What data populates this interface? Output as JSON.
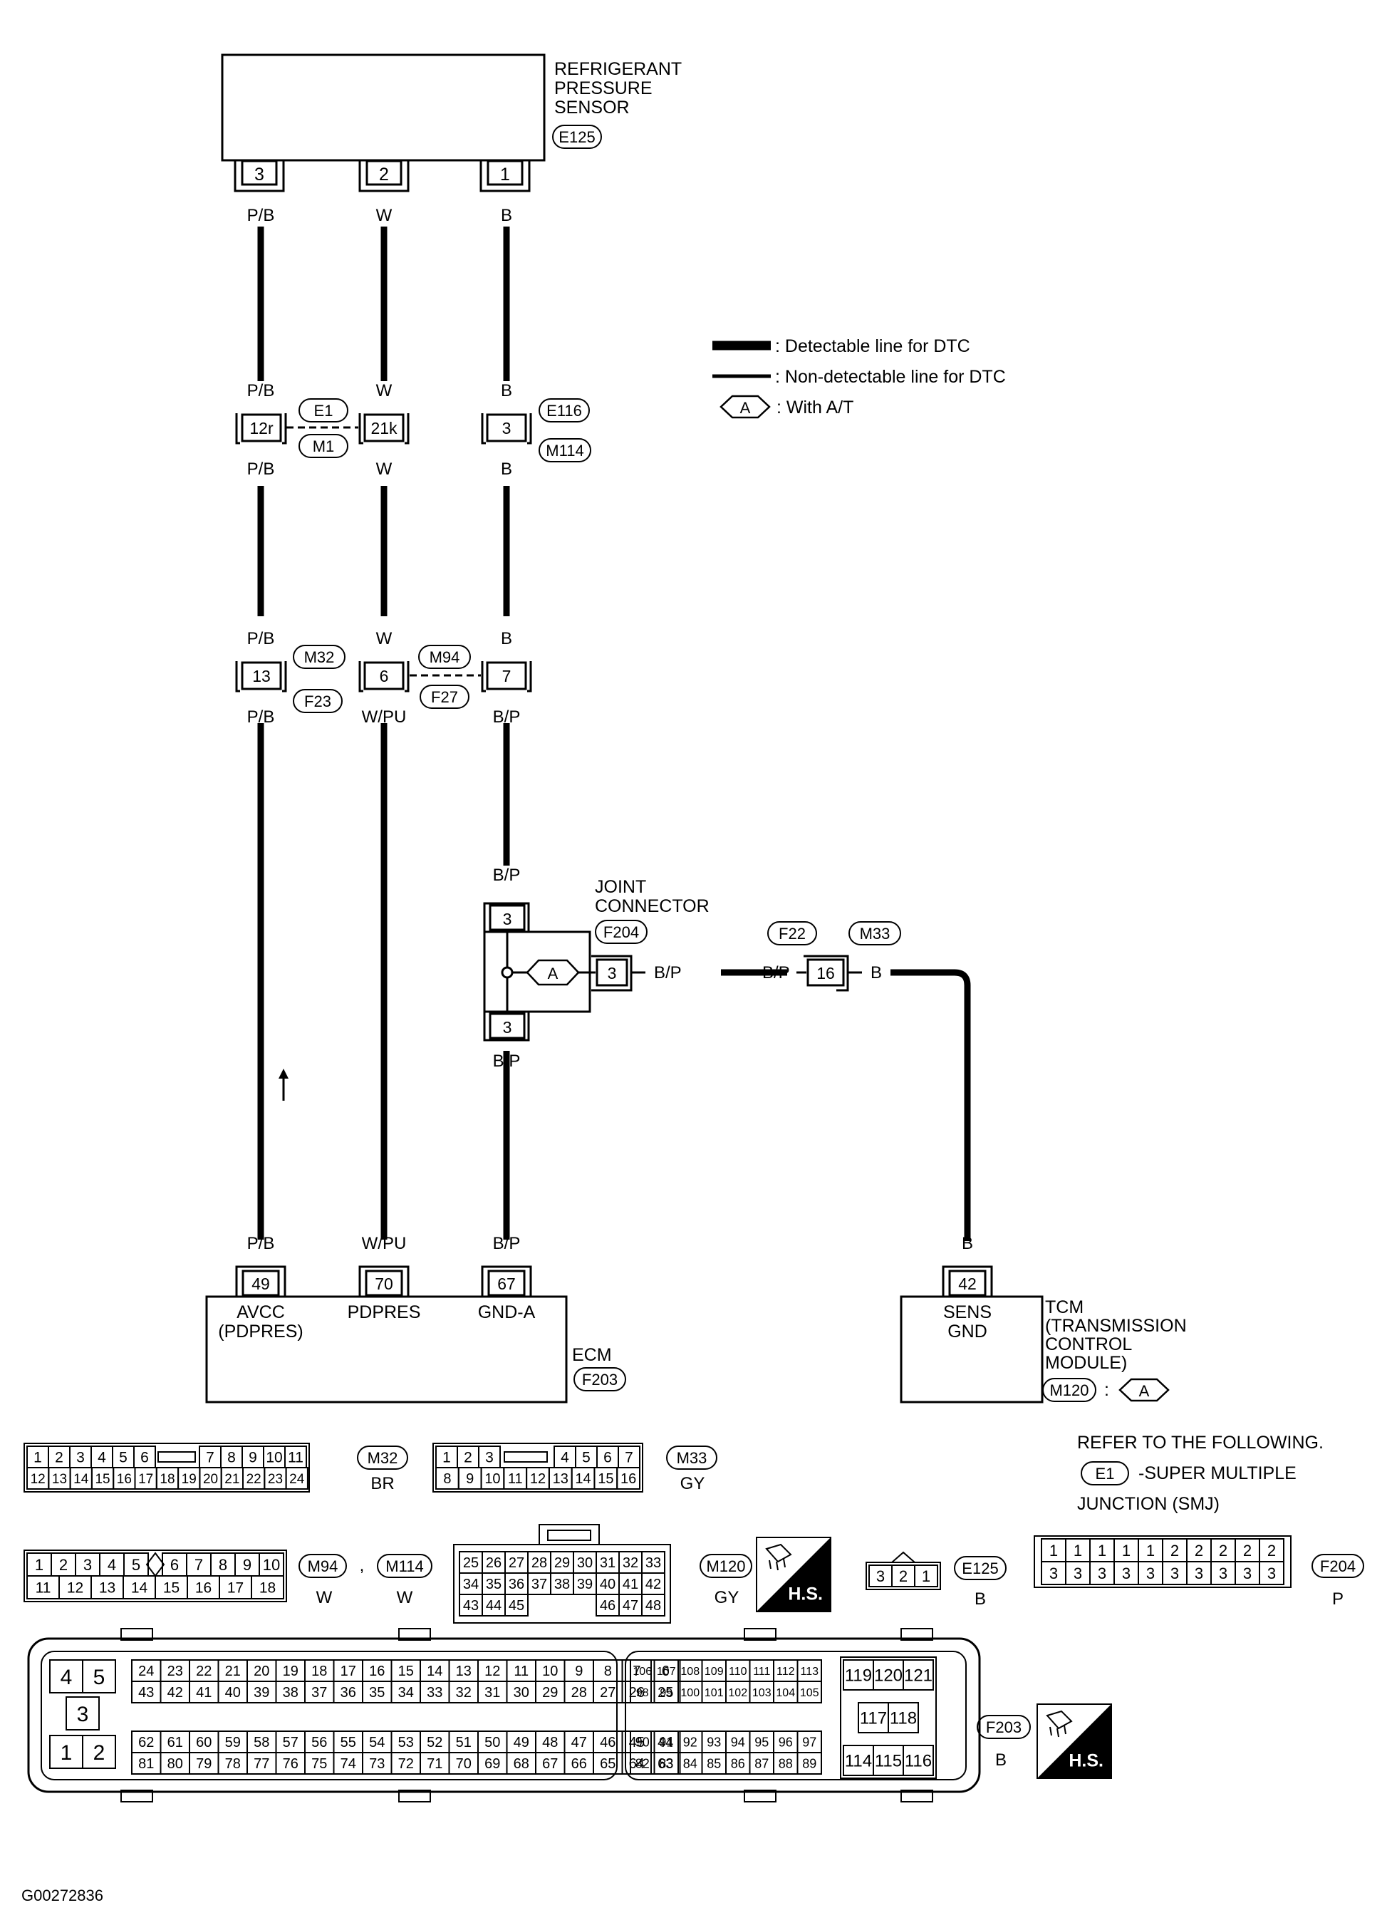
{
  "sensor": {
    "lines": [
      "REFRIGERANT",
      "PRESSURE",
      "SENSOR"
    ],
    "connector": "E125",
    "pins": [
      "3",
      "2",
      "1"
    ]
  },
  "legend": [
    {
      "kind": "thick",
      "text": ": Detectable line for DTC"
    },
    {
      "kind": "thin",
      "text": ": Non-detectable line for DTC"
    },
    {
      "kind": "hex",
      "symbol": "A",
      "text": ": With A/T"
    }
  ],
  "junction1": {
    "pins": [
      "12r",
      "21k",
      "3"
    ],
    "tags": [
      "E1",
      "M1",
      "E116",
      "M114"
    ]
  },
  "junction2": {
    "pins": [
      "13",
      "6",
      "7"
    ],
    "tags": [
      "M32",
      "F23",
      "M94",
      "F27"
    ]
  },
  "colors": {
    "top": [
      "P/B",
      "W",
      "B"
    ],
    "j1_in": [
      "P/B",
      "W",
      "B"
    ],
    "j1_out": [
      "P/B",
      "W",
      "B"
    ],
    "j2_in": [
      "P/B",
      "W",
      "B"
    ],
    "j2_out": [
      "P/B",
      "W/PU",
      "B/P"
    ],
    "jc_in": "B/P",
    "jc_out": "B/P",
    "branch_left": "B/P",
    "branch_right": "B/P",
    "tcm_in_left": "B",
    "tcm_in": "B",
    "ecm_in": [
      "P/B",
      "W/PU",
      "B/P"
    ]
  },
  "joint": {
    "lines": [
      "JOINT",
      "CONNECTOR"
    ],
    "tag": "F204",
    "pins": [
      "3",
      "3",
      "3"
    ],
    "symbol": "A"
  },
  "branch": {
    "pin": "16",
    "tags": [
      "F22",
      "M33"
    ]
  },
  "ecm": {
    "pins": [
      "49",
      "70",
      "67"
    ],
    "labels": [
      [
        "AVCC",
        "(PDPRES)"
      ],
      [
        "PDPRES"
      ],
      [
        "GND-A"
      ]
    ],
    "name": "ECM",
    "tag": "F203"
  },
  "tcm": {
    "pin": "42",
    "label": [
      "SENS",
      "GND"
    ],
    "name": [
      "TCM",
      "(TRANSMISSION",
      "CONTROL",
      "MODULE)"
    ],
    "tag": "M120",
    "colon": ":",
    "symbol": "A"
  },
  "refer": {
    "lines": [
      "REFER TO THE FOLLOWING.",
      "-SUPER MULTIPLE",
      "JUNCTION (SMJ)"
    ],
    "tag": "E1"
  },
  "faces": {
    "m32": {
      "row1": [
        "1",
        "2",
        "3",
        "4",
        "5",
        "6",
        "",
        "7",
        "8",
        "9",
        "10",
        "11"
      ],
      "row2": [
        "12",
        "13",
        "14",
        "15",
        "16",
        "17",
        "18",
        "19",
        "20",
        "21",
        "22",
        "23",
        "24"
      ],
      "tag": "M32",
      "color": "BR"
    },
    "m33": {
      "row1": [
        "1",
        "2",
        "3",
        "",
        "4",
        "5",
        "6",
        "7"
      ],
      "row2": [
        "8",
        "9",
        "10",
        "11",
        "12",
        "13",
        "14",
        "15",
        "16"
      ],
      "tag": "M33",
      "color": "GY"
    },
    "m94": {
      "row1": [
        "1",
        "2",
        "3",
        "4",
        "5",
        "",
        "6",
        "7",
        "8",
        "9",
        "10"
      ],
      "row2": [
        "11",
        "12",
        "13",
        "14",
        "15",
        "16",
        "17",
        "18"
      ],
      "tags": [
        "M94",
        "M114"
      ],
      "sep": ",",
      "colors": [
        "W",
        "W"
      ]
    },
    "m120": {
      "rows": [
        [
          "25",
          "26",
          "27",
          "28",
          "29",
          "30",
          "31",
          "32",
          "33"
        ],
        [
          "34",
          "35",
          "36",
          "37",
          "38",
          "39",
          "40",
          "41",
          "42"
        ],
        [
          "43",
          "44",
          "45",
          "",
          "",
          "",
          "46",
          "47",
          "48"
        ]
      ],
      "tag": "M120",
      "color": "GY"
    },
    "e125": {
      "pins": [
        "3",
        "2",
        "1"
      ],
      "tag": "E125",
      "color": "B"
    },
    "f204": {
      "row1": [
        "1",
        "1",
        "1",
        "1",
        "1",
        "2",
        "2",
        "2",
        "2",
        "2"
      ],
      "row2": [
        "3",
        "3",
        "3",
        "3",
        "3",
        "3",
        "3",
        "3",
        "3",
        "3"
      ],
      "tag": "F204",
      "color": "P"
    },
    "f203": {
      "big": [
        "4",
        "5",
        "3",
        "1",
        "2"
      ],
      "l1": [
        "24",
        "23",
        "22",
        "21",
        "20",
        "19",
        "18",
        "17",
        "16",
        "15",
        "14",
        "13",
        "12",
        "11",
        "10",
        "9",
        "8",
        "7",
        "6"
      ],
      "l2": [
        "43",
        "42",
        "41",
        "40",
        "39",
        "38",
        "37",
        "36",
        "35",
        "34",
        "33",
        "32",
        "31",
        "30",
        "29",
        "28",
        "27",
        "26",
        "25"
      ],
      "l3": [
        "62",
        "61",
        "60",
        "59",
        "58",
        "57",
        "56",
        "55",
        "54",
        "53",
        "52",
        "51",
        "50",
        "49",
        "48",
        "47",
        "46",
        "45",
        "44"
      ],
      "l4": [
        "81",
        "80",
        "79",
        "78",
        "77",
        "76",
        "75",
        "74",
        "73",
        "72",
        "71",
        "70",
        "69",
        "68",
        "67",
        "66",
        "65",
        "64",
        "63"
      ],
      "m1": [
        "106",
        "107",
        "108",
        "109",
        "110",
        "111",
        "112",
        "113"
      ],
      "m2": [
        "98",
        "99",
        "100",
        "101",
        "102",
        "103",
        "104",
        "105"
      ],
      "m3": [
        "90",
        "91",
        "92",
        "93",
        "94",
        "95",
        "96",
        "97"
      ],
      "m4": [
        "82",
        "83",
        "84",
        "85",
        "86",
        "87",
        "88",
        "89"
      ],
      "r": [
        "119",
        "120",
        "121",
        "117",
        "118",
        "114",
        "115",
        "116"
      ],
      "tag": "F203",
      "color": "B"
    }
  },
  "hs": "H.S.",
  "code": "G00272836"
}
